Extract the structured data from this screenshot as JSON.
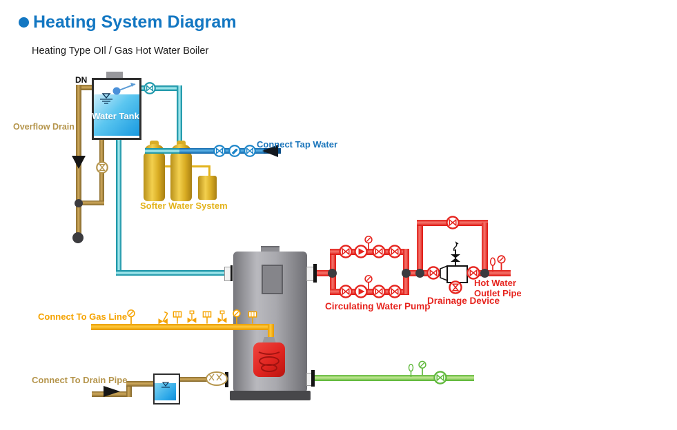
{
  "title": "Heating System Diagram",
  "subtitle": "Heating Type OIl / Gas Hot Water Boiler",
  "labels": {
    "dn": "DN",
    "water_tank": "Water Tank",
    "overflow_drain": "Overflow Drain",
    "connect_tap_water": "Connect Tap Water",
    "softer_water_system": "Softer Water System",
    "connect_to_gas_line": "Connect To Gas Line",
    "connect_to_drain_pipe": "Connect To Drain Pipe",
    "circulating_water_pump": "Circulating Water Pump",
    "drainage_device": "Drainage Device",
    "hot_water_line1": "Hot Water",
    "hot_water_line2": "Outlet Pipe"
  },
  "colors": {
    "title_blue": "#1377c2",
    "tap_water_blue": "#1b75bb",
    "pipe_cyan": "#1e98ab",
    "pipe_blue": "#1c85c9",
    "pipe_olive": "#b5954c",
    "pipe_orange": "#f5a300",
    "pipe_red": "#e6241e",
    "pipe_green": "#62ba3e",
    "gold_tank": "#e3b31c",
    "boiler_gray": "#9a9a9e",
    "burner_red": "#e02520",
    "water_blue": "#2aa6e8"
  },
  "icons": {
    "bullet-icon": "filled circle",
    "valve-icon": "bowtie valve in circle",
    "drain-valve-icon": "vertical bowtie valve in circle",
    "pump-icon": "triangle in circle",
    "check-valve-icon": "diagonal flag in circle",
    "pressure-gauge-icon": "small dial on stem",
    "thermometer-icon": "oval pocket on stem",
    "solenoid-valve-icon": "gridded box on stem",
    "safety-valve-icon": "bowtie with lever",
    "gas-valve-icon": "bowtie with top cap",
    "flexible-joint-icon": "oval with double cross",
    "float-valve-icon": "float ball with arm",
    "flow-arrow-icon": "filled triangle arrow",
    "junction-dot": "dark circle",
    "relief-stem-icon": "stem with black bowtie and curl"
  }
}
